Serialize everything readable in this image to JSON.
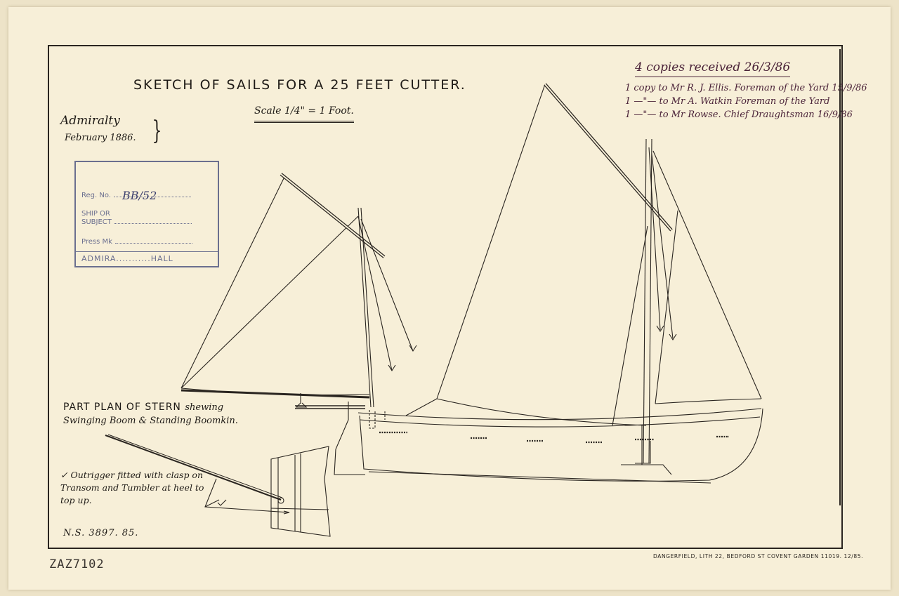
{
  "title": "SKETCH OF SAILS FOR A 25 FEET CUTTER.",
  "scale": "Scale 1/4\" = 1 Foot.",
  "origin": {
    "org": "Admiralty",
    "date": "February 1886."
  },
  "stamp": {
    "reg_label": "Reg. No.",
    "reg_value": "BB/52",
    "ship_label": "SHIP OR",
    "subject_label": "SUBJECT",
    "press_label": "Press Mk",
    "bottom_text": "ADMIRA...........HALL"
  },
  "annotations": {
    "received": "4 copies received 26/3/86",
    "line1": "1 copy to Mr R. J. Ellis. Foreman of the Yard 15/9/86",
    "line2": "1 —\"— to Mr A. Watkin Foreman of the Yard",
    "line3": "1 —\"— to Mr Rowse. Chief Draughtsman 16/9/86"
  },
  "part_plan": {
    "title": "PART PLAN OF STERN",
    "title_suffix": "shewing",
    "subtitle": "Swinging Boom & Standing Boomkin."
  },
  "outrigger_note": "✓ Outrigger fitted with clasp on Transom and Tumbler at heel to top up.",
  "drawing_number": "N.S. 3897. 85.",
  "printer": "DANGERFIELD, LITH 22, BEDFORD ST COVENT GARDEN   11019. 12/85.",
  "catalog_number": "ZAZ7102",
  "colors": {
    "paper": "#f7efd8",
    "ink": "#1e1a16",
    "stamp": "#6b6f8f",
    "manuscript": "#4a2238"
  }
}
